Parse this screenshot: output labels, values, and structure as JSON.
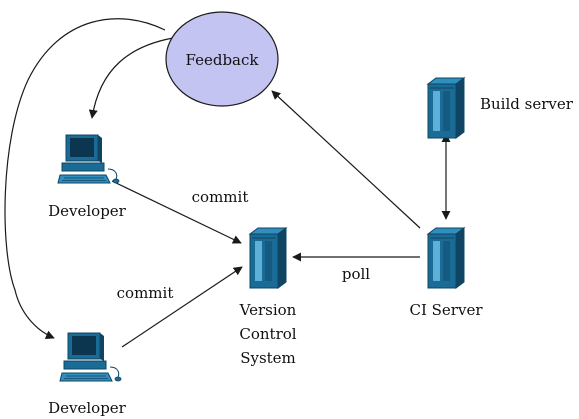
{
  "nodes": {
    "feedback": {
      "label": "Feedback",
      "fill": "#c4c4f2",
      "stroke": "#1a1a1a"
    },
    "developer_top": {
      "label": "Developer",
      "icon": "desktop-computer-icon"
    },
    "developer_bottom": {
      "label": "Developer",
      "icon": "desktop-computer-icon"
    },
    "vcs": {
      "label_lines": [
        "Version",
        "Control",
        "System"
      ],
      "icon": "server-tower-icon"
    },
    "ci_server": {
      "label": "CI Server",
      "icon": "server-tower-icon"
    },
    "build_server": {
      "label": "Build server",
      "icon": "server-tower-icon"
    }
  },
  "edges": {
    "commit_top": "commit",
    "commit_bottom": "commit",
    "poll": "poll"
  },
  "colors": {
    "device_blue": "#1a6b96",
    "device_dark": "#0f4463",
    "device_light": "#2f8fbf",
    "line": "#1a1a1a"
  }
}
